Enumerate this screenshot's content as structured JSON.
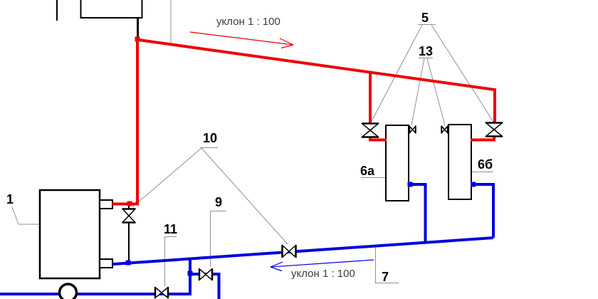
{
  "colors": {
    "supply": "#ee0000",
    "return": "#0000dd",
    "black": "#000000",
    "leader": "#909090"
  },
  "labels": {
    "boiler": "1",
    "supply_riser_valves": "5",
    "radiator_a": "6а",
    "radiator_b": "6б",
    "return_main": "7",
    "drain_valve": "9",
    "control_valves": "10",
    "pump_line_valve": "11",
    "radiator_valves": "13"
  },
  "annotations": {
    "slope_supply": "уклон 1 : 100",
    "slope_return": "уклон 1 : 100"
  }
}
